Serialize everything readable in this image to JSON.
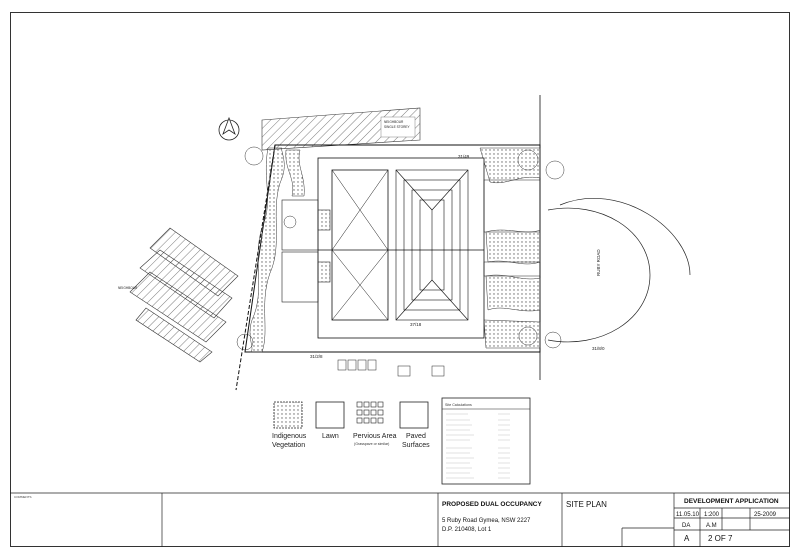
{
  "plan": {
    "road_name": "RUBY ROAD",
    "dim_top": "31/49",
    "dim_middle": "37/18",
    "dim_bottom": "31/2/8",
    "dim_right": "31/8/0",
    "north_symbol": "north-arrow"
  },
  "legend": {
    "indigenous_line1": "Indigenous",
    "indigenous_line2": "Vegetation",
    "lawn": "Lawn",
    "pervious_line1": "Pervious Area",
    "pervious_sub": "(Grasspave or similar)",
    "paved_line1": "Paved",
    "paved_line2": "Surfaces"
  },
  "site_calc": {
    "title": "Site Calculations"
  },
  "title_block": {
    "project_title": "PROPOSED DUAL OCCUPANCY",
    "project_address": "5 Ruby Road Gymea, NSW 2227",
    "project_lot": "D.P. 210408, Lot 1",
    "comments_label": "COMMENTS",
    "drawing_title": "SITE PLAN",
    "stage_title": "DEVELOPMENT APPLICATION",
    "date": "11.05.10",
    "scale": "1:200",
    "job_no": "25-2009",
    "drawn": "DA",
    "checked": "A.M",
    "revision": "A",
    "sheet": "2 OF 7"
  }
}
